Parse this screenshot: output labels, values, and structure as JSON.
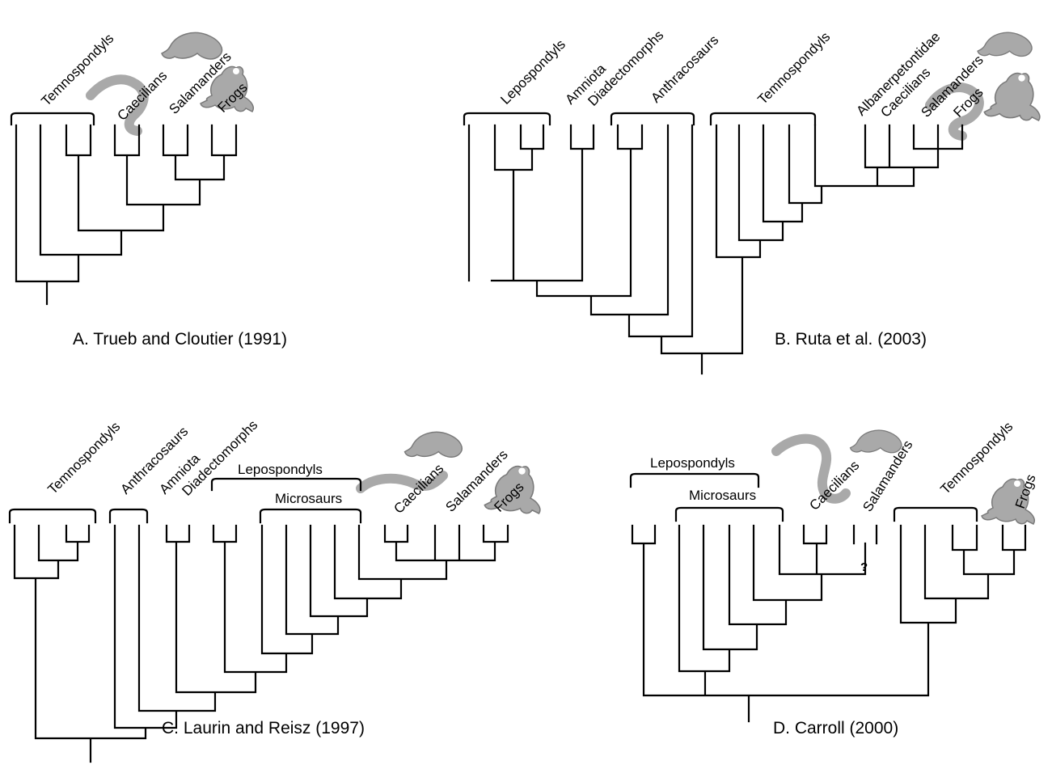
{
  "panels": [
    {
      "id": "A",
      "caption": "A. Trueb and Cloutier (1991)",
      "labels": [
        "Temnospondyls",
        "Caecilians",
        "Salamanders",
        "Frogs"
      ],
      "icons": [
        "salamander-silhouette-icon",
        "caecilian-silhouette-icon",
        "frog-silhouette-icon"
      ]
    },
    {
      "id": "B",
      "caption": "B. Ruta et al. (2003)",
      "labels": [
        "Lepospondyls",
        "Amniota",
        "Diadectomorphs",
        "Anthracosaurs",
        "Temnospondyls",
        "Albanerpetontidae",
        "Caecilians",
        "Salamanders",
        "Frogs"
      ],
      "icons": [
        "salamander-silhouette-icon",
        "caecilian-silhouette-icon",
        "frog-silhouette-icon"
      ]
    },
    {
      "id": "C",
      "caption": "C. Laurin and Reisz (1997)",
      "labels": [
        "Temnospondyls",
        "Anthracosaurs",
        "Amniota",
        "Diadectomorphs",
        "Lepospondyls",
        "Microsaurs",
        "Caecilians",
        "Salamanders",
        "Frogs"
      ],
      "icons": [
        "salamander-silhouette-icon",
        "caecilian-silhouette-icon",
        "frog-silhouette-icon"
      ]
    },
    {
      "id": "D",
      "caption": "D. Carroll (2000)",
      "labels": [
        "Lepospondyls",
        "Microsaurs",
        "Caecilians",
        "Salamanders",
        "Temnospondyls",
        "Frogs"
      ],
      "uncertain_marker": "?",
      "icons": [
        "caecilian-silhouette-icon",
        "salamander-silhouette-icon",
        "frog-silhouette-icon"
      ]
    }
  ]
}
